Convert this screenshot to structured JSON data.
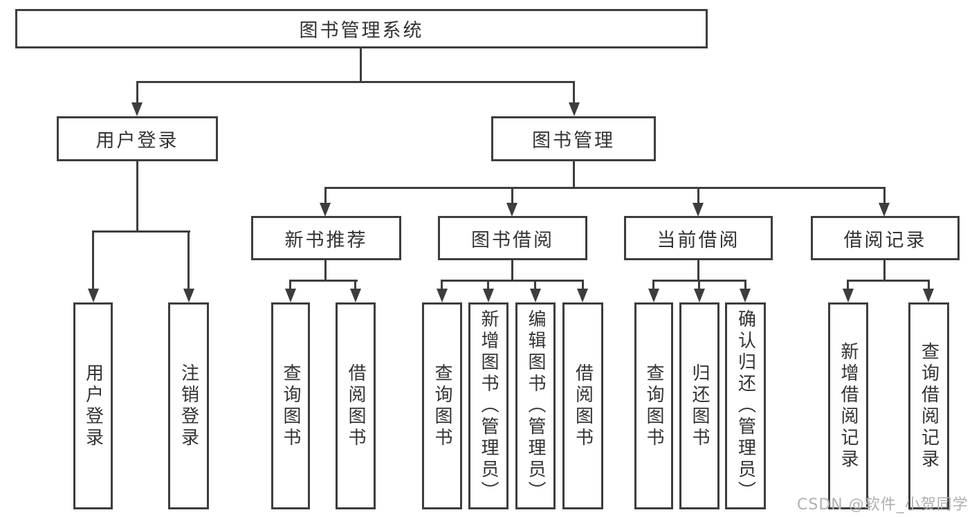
{
  "diagram_title": "图书管理系统",
  "nodes": {
    "root": "图书管理系统",
    "user_login": "用户登录",
    "book_management": "图书管理",
    "new_book_recommend": "新书推荐",
    "book_borrow": "图书借阅",
    "current_borrow": "当前借阅",
    "borrow_records": "借阅记录",
    "user_login_children": [
      "用户登录",
      "注销登录"
    ],
    "new_book_recommend_children": [
      "查询图书",
      "借阅图书"
    ],
    "book_borrow_children": [
      "查询图书",
      "新增图书（管理员）",
      "编辑图书（管理员）",
      "借阅图书"
    ],
    "current_borrow_children": [
      "查询图书",
      "归还图书",
      "确认归还（管理员）"
    ],
    "borrow_records_children": [
      "新增借阅记录",
      "查询借阅记录"
    ]
  },
  "hierarchy": {
    "root": [
      "user_login",
      "book_management"
    ],
    "user_login": [
      "用户登录",
      "注销登录"
    ],
    "book_management": [
      "new_book_recommend",
      "book_borrow",
      "current_borrow",
      "borrow_records"
    ]
  },
  "watermark": "CSDN @软件_小贺同学",
  "colors": {
    "line": "#3d3d3d",
    "text": "#333333",
    "watermark": "#b0b0b0",
    "background": "#ffffff"
  }
}
